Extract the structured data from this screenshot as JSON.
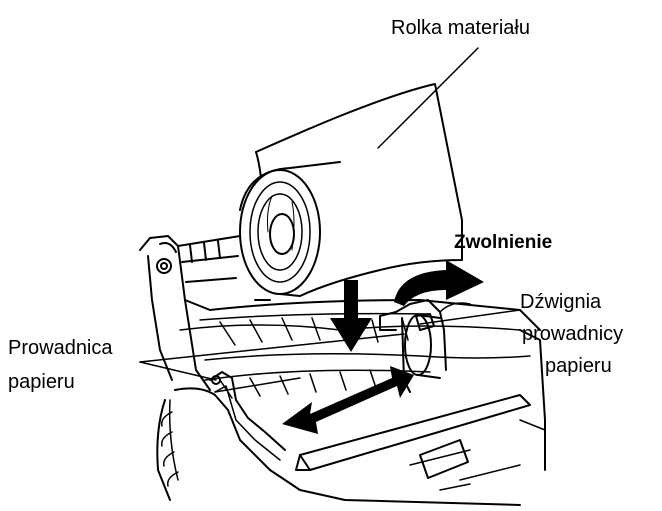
{
  "labels": {
    "roll": "Rolka materiału",
    "release": "Zwolnienie",
    "lever_line1": "Dźwignia",
    "lever_line2": "prowadnicy",
    "lever_line3": "papieru",
    "guide_line1": "Prowadnica",
    "guide_line2": "papieru"
  },
  "colors": {
    "ink": "#000000",
    "paper": "#ffffff",
    "arrow": "#000000"
  },
  "icons": {
    "down_arrow": "down-arrow-icon",
    "release_arrow": "curved-arrow-icon",
    "slide_arrow": "double-headed-arrow-icon"
  }
}
